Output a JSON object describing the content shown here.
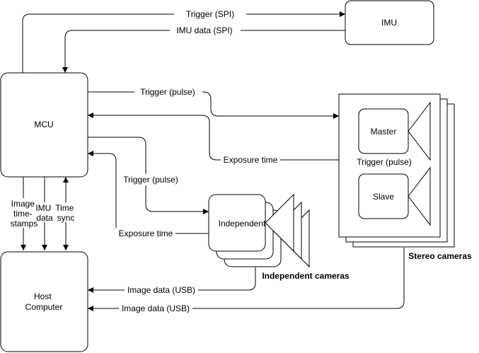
{
  "blocks": {
    "imu": "IMU",
    "mcu": "MCU",
    "host": [
      "Host",
      "Computer"
    ],
    "master": "Master",
    "slave": "Slave",
    "independent": "Independent"
  },
  "groups": {
    "stereo": "Stereo cameras",
    "independent": "Independent cameras"
  },
  "signals": {
    "trigger_spi": "Trigger (SPI)",
    "imu_data_spi": "IMU data (SPI)",
    "trigger_pulse_stereo": "Trigger (pulse)",
    "exposure_time_stereo": "Exposure time",
    "trigger_pulse_master_slave": "Trigger (pulse)",
    "trigger_pulse_independent": "Trigger (pulse)",
    "exposure_time_independent": "Exposure time",
    "image_timestamps": [
      "Image",
      "time-",
      "stamps"
    ],
    "imu_data": [
      "IMU",
      "data"
    ],
    "time_sync": [
      "Time",
      "sync"
    ],
    "image_data_usb_independent": "Image data (USB)",
    "image_data_usb_stereo": "Image data (USB)"
  }
}
